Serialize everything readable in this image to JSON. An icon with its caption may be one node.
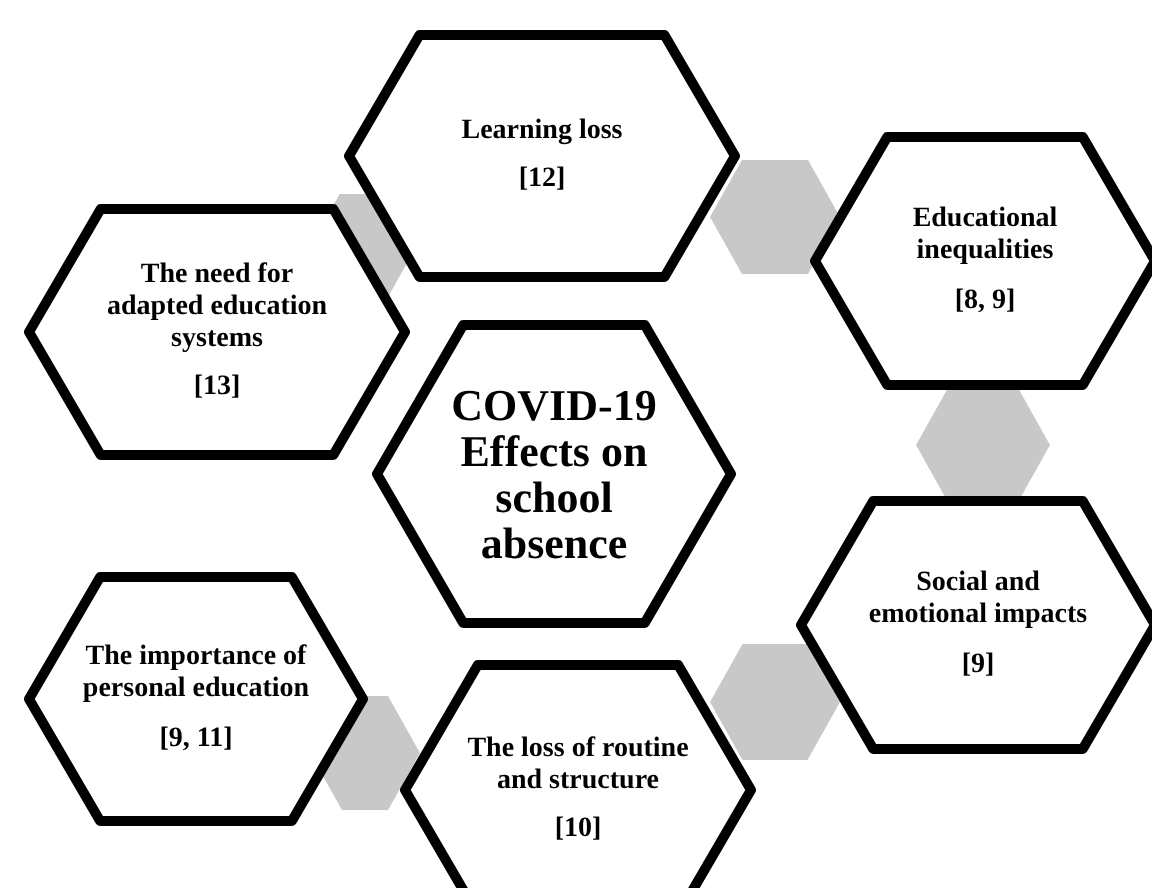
{
  "diagram": {
    "nodes": [
      {
        "text": [
          "Learning loss",
          "[12]"
        ]
      },
      {
        "text": [
          "The need for adapted education systems",
          "[13]"
        ]
      },
      {
        "text": [
          "Educational inequalities",
          "[8, 9]"
        ]
      },
      {
        "text": [
          "COVID-19 Effects on school absence"
        ]
      },
      {
        "text": [
          "Social and emotional impacts",
          "[9]"
        ]
      },
      {
        "text": [
          "The importance of personal education",
          "[9, 11]"
        ]
      },
      {
        "text": [
          "The loss of routine and structure",
          "[10]"
        ]
      },
      {
        "text": [],
        "shape": "hexagon"
      },
      {
        "text": [],
        "shape": "hexagon"
      },
      {
        "text": [],
        "shape": "hexagon"
      },
      {
        "text": [],
        "shape": "hexagon"
      },
      {
        "text": [],
        "shape": "hexagon"
      }
    ]
  }
}
